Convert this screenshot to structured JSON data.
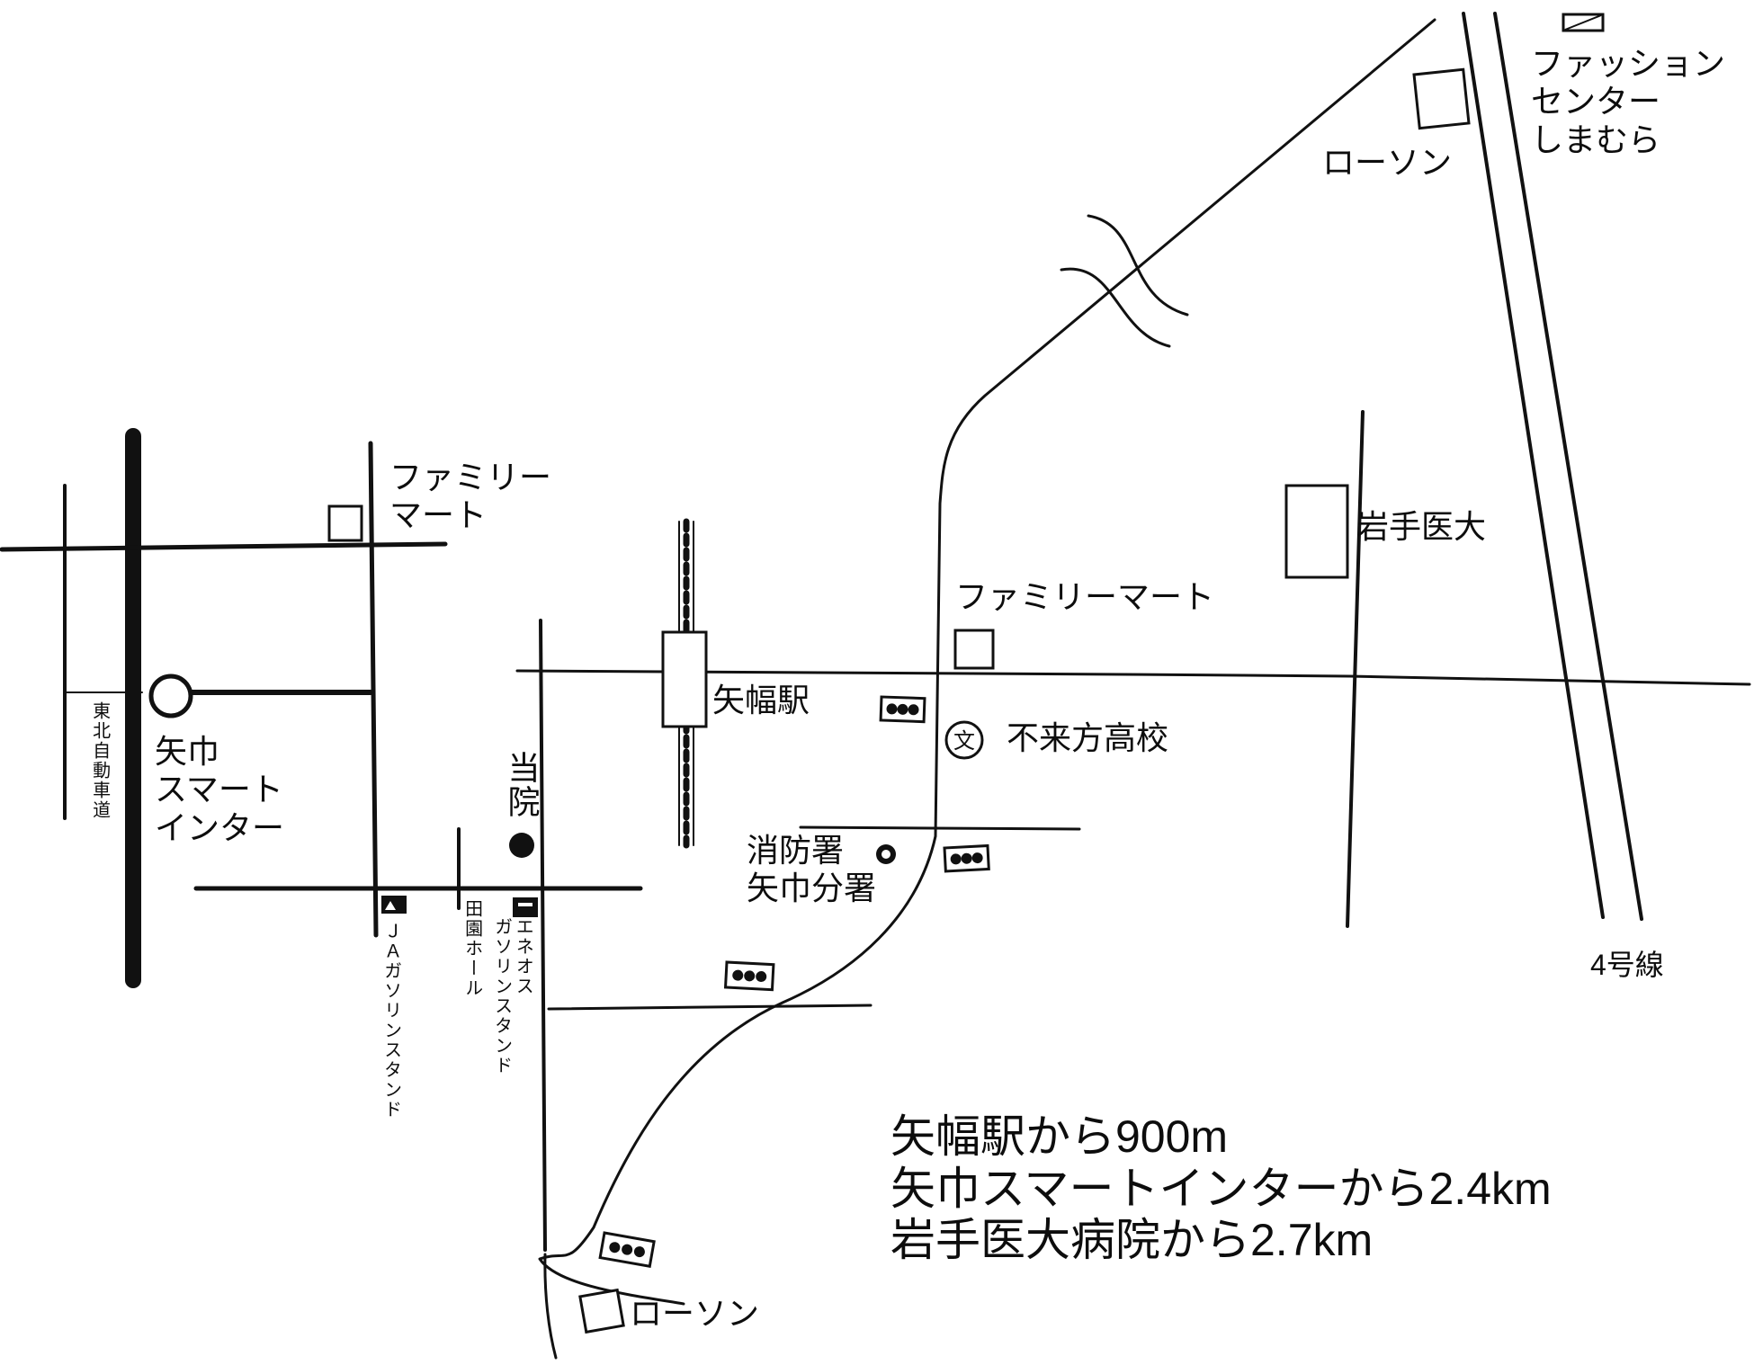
{
  "map": {
    "labels": {
      "fashion_center": "ファッション\nセンター\nしまむら",
      "lawson_north": "ローソン",
      "familymart_west": "ファミリー\nマート",
      "iwate_medical": "岩手医大",
      "familymart_east": "ファミリーマート",
      "yahaba_station": "矢幅駅",
      "furaikata_high": "不来方高校",
      "smart_ic": "矢巾\nスマート\nインター",
      "tohoku_expressway": "東北自動車道",
      "clinic": "当院",
      "fire_station": "消防署\n矢巾分署",
      "route4": "4号線",
      "ja_gas": "ＪＡガソリンスタンド",
      "denen_hall": "田園ホール",
      "eneos_gas": "エネオス\nガソリンスタンド",
      "lawson_south": "ローソン"
    },
    "distance_notes": [
      "矢幅駅から900m",
      "矢巾スマートインターから2.4km",
      "岩手医大病院から2.7km"
    ],
    "school_symbol": "文",
    "icons": [
      "convenience-store-icon",
      "traffic-signal-icon",
      "school-icon",
      "fire-station-icon",
      "gas-station-icon",
      "interchange-icon",
      "clinic-marker-icon",
      "railway-icon",
      "hall-icon",
      "shopping-center-icon"
    ],
    "ink_color": "#111111"
  }
}
